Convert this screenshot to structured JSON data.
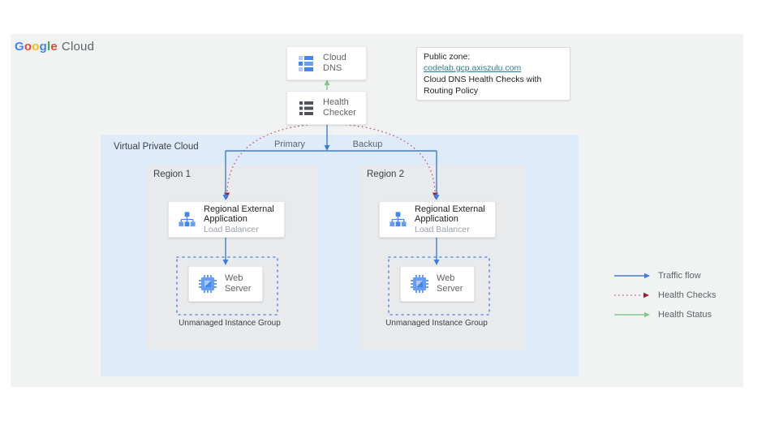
{
  "logo": {
    "google_letters": [
      {
        "ch": "G",
        "color": "#4285f4"
      },
      {
        "ch": "o",
        "color": "#ea4335"
      },
      {
        "ch": "o",
        "color": "#fbbc05"
      },
      {
        "ch": "g",
        "color": "#4285f4"
      },
      {
        "ch": "l",
        "color": "#34a853"
      },
      {
        "ch": "e",
        "color": "#ea4335"
      }
    ],
    "cloud": "Cloud"
  },
  "nodes": {
    "cloud_dns": {
      "label": "Cloud DNS"
    },
    "health_checker": {
      "line1": "Health",
      "line2": "Checker"
    }
  },
  "note": {
    "prefix": "Public zone: ",
    "link": "codelab.gcp.axiszulu.com",
    "line2": "Cloud DNS Health Checks with Routing Policy"
  },
  "vpc": {
    "label": "Virtual Private Cloud"
  },
  "flow_labels": {
    "primary": "Primary",
    "backup": "Backup"
  },
  "regions": [
    {
      "label": "Region 1",
      "lb_line1": "Regional External",
      "lb_line2": "Application",
      "lb_line3": "Load Balancer",
      "web_line1": "Web",
      "web_line2": "Server",
      "group_label": "Unmanaged Instance Group"
    },
    {
      "label": "Region 2",
      "lb_line1": "Regional External",
      "lb_line2": "Application",
      "lb_line3": "Load Balancer",
      "web_line1": "Web",
      "web_line2": "Server",
      "group_label": "Unmanaged Instance Group"
    }
  ],
  "legend": {
    "items": [
      {
        "label": "Traffic flow"
      },
      {
        "label": "Health Checks"
      },
      {
        "label": "Health Status"
      }
    ]
  },
  "colors": {
    "traffic_flow_blue": "#3f7cd6",
    "health_checks_dots": "#c2566a",
    "health_checks_arrow": "#a21c2e",
    "health_status_green": "#7fc98f",
    "link_teal": "#2e7d8c",
    "vpc_background": "#deecfa",
    "region_background": "#e8eaec",
    "canvas_background": "#f1f2f2"
  }
}
